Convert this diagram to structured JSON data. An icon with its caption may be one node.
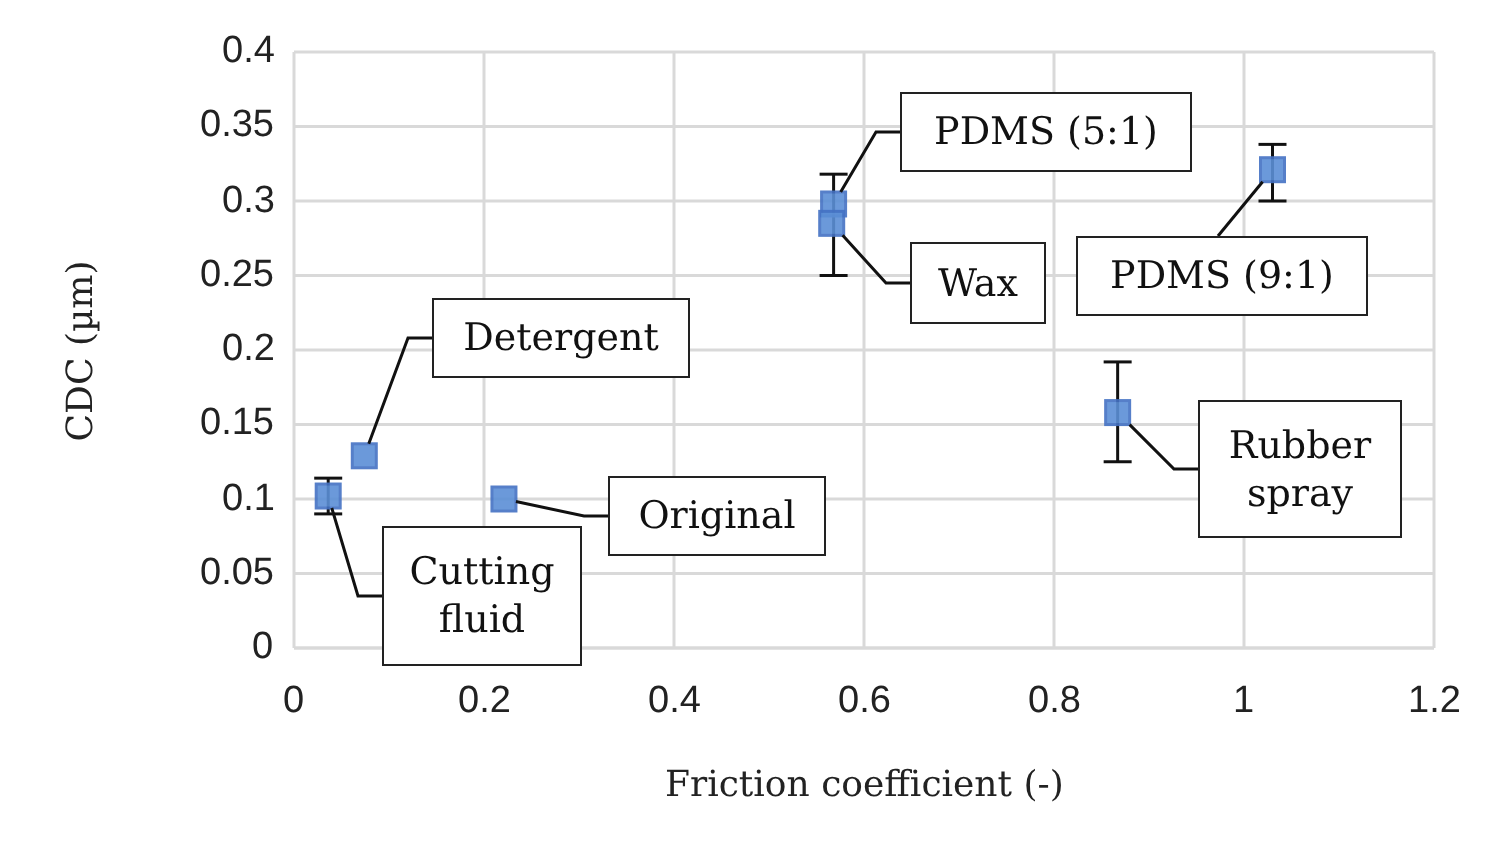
{
  "diagram": {
    "nodes": [
      {
        "text": [
          "Detergent"
        ]
      },
      {
        "text": [
          "Cutting fluid"
        ]
      },
      {
        "text": [
          "Original"
        ]
      },
      {
        "text": [
          "PDMS (5:1)"
        ]
      },
      {
        "text": [
          "Wax"
        ]
      },
      {
        "text": [
          "PDMS (9:1)"
        ]
      },
      {
        "text": [
          "Rubber spray"
        ]
      },
      {
        "text": [],
        "shape": "box"
      },
      {
        "text": [],
        "shape": "box"
      },
      {
        "text": [],
        "shape": "box"
      },
      {
        "text": [],
        "shape": "box"
      },
      {
        "text": [],
        "shape": "box"
      },
      {
        "text": [],
        "shape": "box"
      },
      {
        "text": [],
        "shape": "box"
      }
    ],
    "edges": [
      {
        "from": 0,
        "to": 7,
        "arrow": "none"
      },
      {
        "from": 1,
        "to": 8,
        "arrow": "none"
      },
      {
        "from": 2,
        "to": 9,
        "arrow": "none"
      },
      {
        "from": 3,
        "to": 10,
        "arrow": "none"
      },
      {
        "from": 4,
        "to": 11,
        "arrow": "none"
      },
      {
        "from": 5,
        "to": 12,
        "arrow": "none"
      },
      {
        "from": 6,
        "to": 13,
        "arrow": "none"
      }
    ],
    "chart_data": {
      "type": "scatter",
      "xlabel": "Friction coefficient (-)",
      "ylabel": "CDC (µm)",
      "x": [
        0.074,
        0.036,
        0.221,
        0.568,
        0.566,
        1.03,
        0.867
      ],
      "series": [
        {
          "color": "#5b8fd6",
          "values": [
            0.129,
            0.102,
            0.1,
            0.298,
            0.285,
            0.321,
            0.158
          ],
          "errors": [
            null,
            [
              0.09,
              0.114
            ],
            null,
            [
              0.25,
              0.318
            ],
            null,
            [
              0.3,
              0.338
            ],
            [
              0.125,
              0.192
            ]
          ]
        }
      ],
      "grid": true,
      "xlim": [
        0,
        1.2
      ],
      "ylim": [
        0,
        0.4
      ],
      "xticks": [
        0,
        0.2,
        0.4,
        0.6,
        0.8,
        1,
        1.2
      ],
      "yticks": [
        0,
        0.05,
        0.1,
        0.15,
        0.2,
        0.25,
        0.3,
        0.35,
        0.4
      ]
    }
  }
}
